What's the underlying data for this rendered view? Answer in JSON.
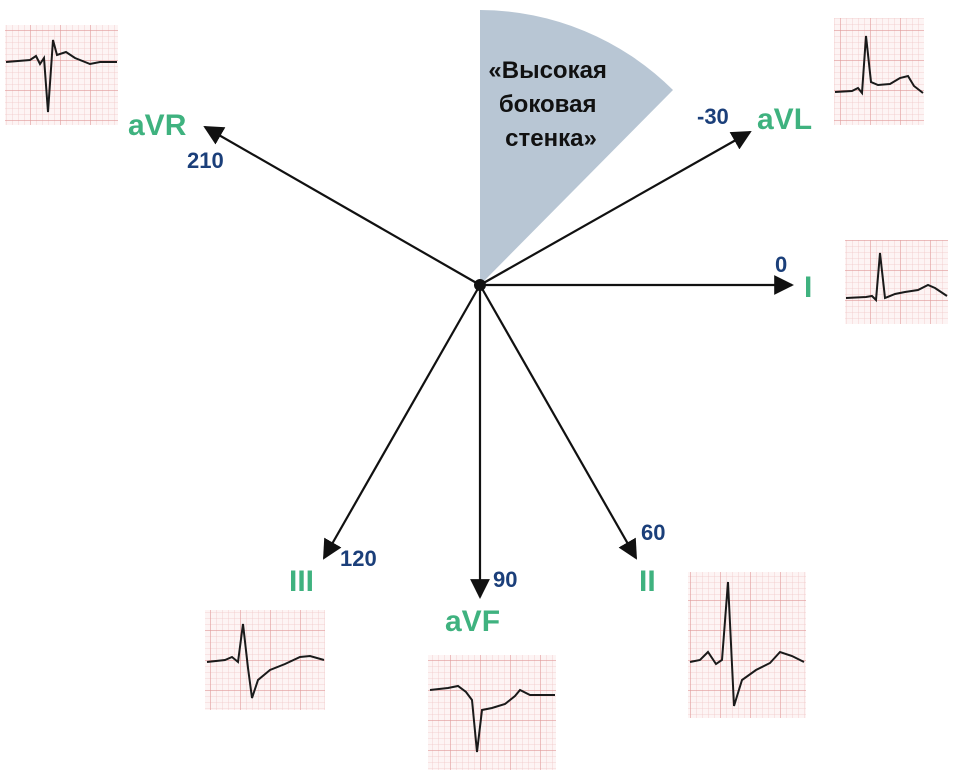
{
  "colors": {
    "lead_label": "#3fb27f",
    "angle_label": "#1b3f7a",
    "axis": "#111111",
    "sector_fill": "#b8c6d4",
    "ecg_grid_minor": "#f0c8c8",
    "ecg_grid_major": "#e09a9a",
    "ecg_trace": "#1a1a1a"
  },
  "sector": {
    "lines": [
      "«Высокая",
      "боковая",
      "стенка»"
    ]
  },
  "leads": [
    {
      "id": "avr",
      "name": "aVR",
      "angle": "210"
    },
    {
      "id": "avl",
      "name": "aVL",
      "angle": "-30"
    },
    {
      "id": "i",
      "name": "I",
      "angle": "0"
    },
    {
      "id": "ii",
      "name": "II",
      "angle": "60"
    },
    {
      "id": "avf",
      "name": "aVF",
      "angle": "90"
    },
    {
      "id": "iii",
      "name": "III",
      "angle": "120"
    }
  ]
}
